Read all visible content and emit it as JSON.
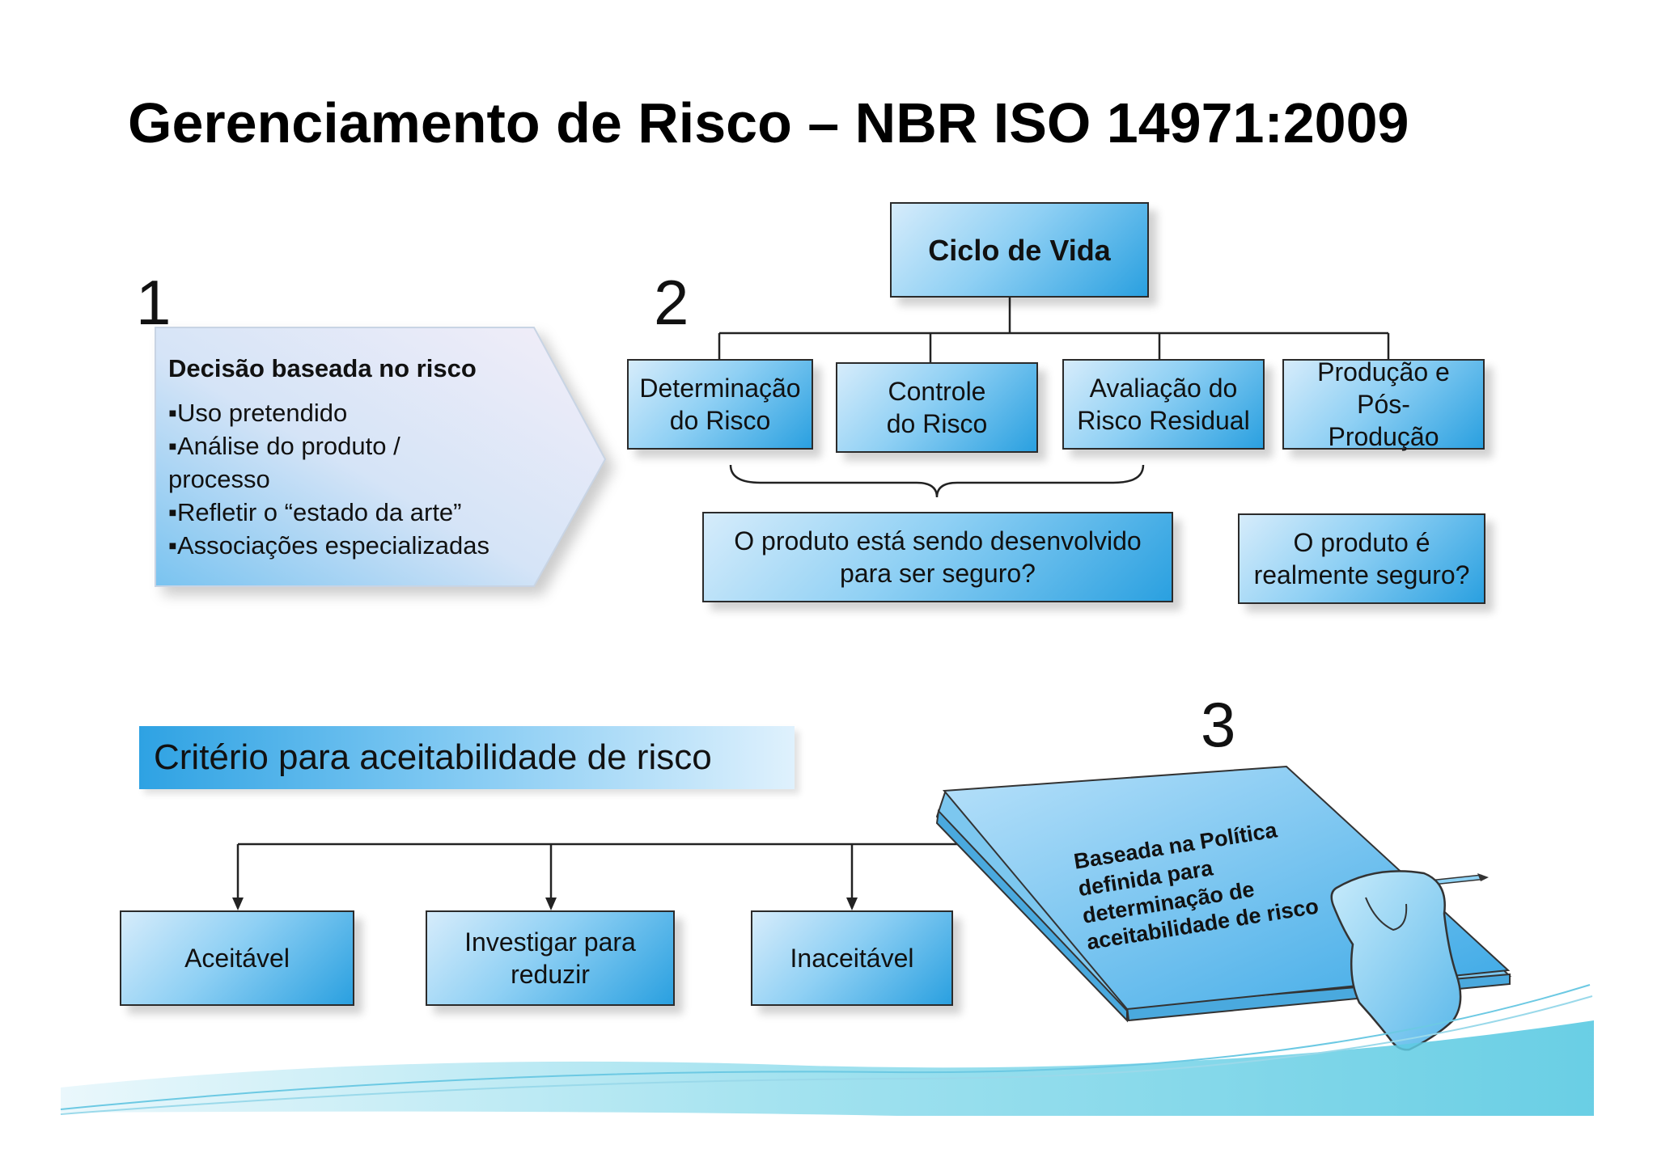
{
  "title": "Gerenciamento de Risco – NBR ISO 14971:2009",
  "step_numbers": {
    "one": "1",
    "two": "2",
    "three": "3"
  },
  "decision": {
    "heading": "Decisão baseada no risco",
    "items": [
      "▪Uso pretendido",
      "▪Análise do produto /",
      "processo",
      "▪Refletir o “estado da arte”",
      "▪Associações especializadas"
    ]
  },
  "life_cycle": {
    "root": "Ciclo de Vida",
    "phases": [
      "Determinação\ndo Risco",
      "Controle\ndo Risco",
      "Avaliação do\nRisco Residual",
      "Produção e Pós-\nProdução"
    ],
    "question_dev": "O produto está sendo desenvolvido\npara ser seguro?",
    "question_safe": "O produto é\nrealmente seguro?"
  },
  "criteria": {
    "label": "Critério para aceitabilidade de risco",
    "outcomes": [
      "Aceitável",
      "Investigar para\nreduzir",
      "Inaceitável"
    ]
  },
  "policy_book": {
    "lines": [
      "Baseada na Política",
      "definida para",
      "determinação de",
      "aceitabilidade de risco"
    ]
  },
  "colors": {
    "box_light": "#d6ecfb",
    "box_mid": "#8fd0f4",
    "box_dark": "#2aa0e0",
    "wave": "#5cc6e6"
  }
}
